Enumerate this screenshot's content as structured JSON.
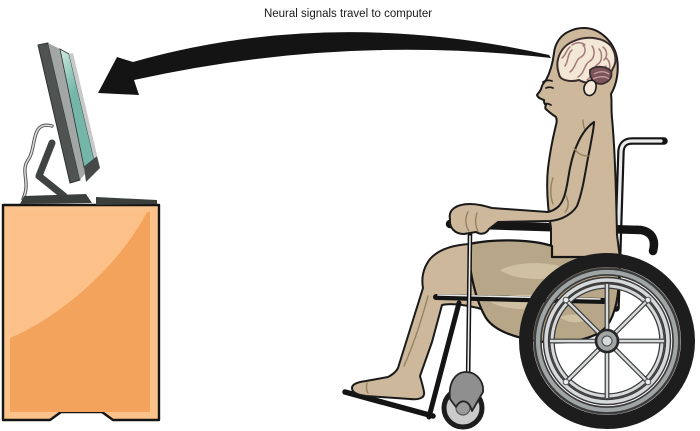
{
  "scene": {
    "caption": "Neural signals travel to computer",
    "objects": [
      {
        "name": "computer-monitor"
      },
      {
        "name": "desk"
      },
      {
        "name": "neural-signal-arrow"
      },
      {
        "name": "person-with-exposed-brain"
      },
      {
        "name": "wheelchair"
      }
    ]
  },
  "colors": {
    "label": "#1a1a1a",
    "ink": "#141414",
    "skin": "#cdb89c",
    "skinline": "#1a1a1a",
    "shade": "#94825f",
    "shorts": "#b7a788",
    "shorts2": "#cfc0a2",
    "brain": "#f3e8d5",
    "brainline": "#a3797b",
    "cereb": "#7c555b",
    "cereb2": "#c9a2a6",
    "screen": "#74b7a9",
    "screen2": "#cfe9e1",
    "monface": "#a2a7a6",
    "mondark": "#4f5453",
    "monedge": "#c6c9c8",
    "bezel": "#454a49",
    "stand": "#3f4443",
    "cable": "#dcdcdc",
    "desk1": "#fbc28b",
    "desk2": "#f4a35c",
    "desk3": "#fbc189",
    "frame": "#141414",
    "core": "#e9e9e9",
    "metal1": "#d6dada",
    "metal2": "#9fa4a4",
    "tire": "#1d1d1d",
    "caster1": "#cbcbcb",
    "caster2": "#9a9a9a",
    "fork": "#8f8f8f"
  }
}
